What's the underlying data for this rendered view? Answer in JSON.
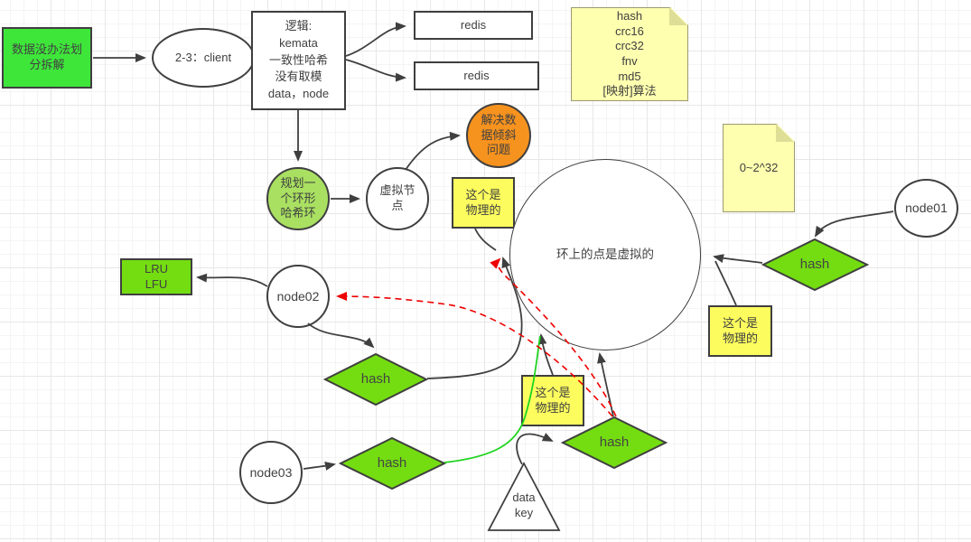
{
  "colors": {
    "bright_green": "#3ee63a",
    "yellow_green": "#74dd11",
    "light_green": "#a9e061",
    "orange": "#f6921e",
    "yellow": "#fcfc5e",
    "note_yellow": "#ffffb0",
    "fold": "#dede96",
    "line": "#3f3f3f",
    "red": "#ee0000",
    "green_line": "#21d421"
  },
  "diagram": {
    "start_box": {
      "label": "数据没办法划\n分拆解"
    },
    "client_ellipse": {
      "label": "2-3：client"
    },
    "logic_box": {
      "label": "逻辑:\nkemata\n一致性哈希\n没有取模\ndata，node"
    },
    "redis_top": {
      "label": "redis"
    },
    "redis_bottom": {
      "label": "redis"
    },
    "hash_note": {
      "label": "hash\ncrc16\ncrc32\nfnv\nmd5\n[映射]算法"
    },
    "plan_circle": {
      "label": "规划一\n个环形\n哈希环"
    },
    "virtual_circle": {
      "label": "虚拟节\n点"
    },
    "skew_circle": {
      "label": "解决数\n据倾斜\n问题"
    },
    "physical_note_top": {
      "label": "这个是\n物理的"
    },
    "ring_circle": {
      "label": "环上的点是虚拟的"
    },
    "range_note": {
      "label": "0~2^32"
    },
    "node01": {
      "label": "node01"
    },
    "hash_right": {
      "label": "hash"
    },
    "physical_note_right": {
      "label": "这个是\n物理的"
    },
    "lru_box": {
      "label": "LRU\nLFU"
    },
    "node02": {
      "label": "node02"
    },
    "hash_node02": {
      "label": "hash"
    },
    "node03": {
      "label": "node03"
    },
    "hash_node03": {
      "label": "hash"
    },
    "physical_note_bottom": {
      "label": "这个是\n物理的"
    },
    "hash_datakey": {
      "label": "hash"
    },
    "datakey_triangle": {
      "label": "data\nkey"
    }
  }
}
